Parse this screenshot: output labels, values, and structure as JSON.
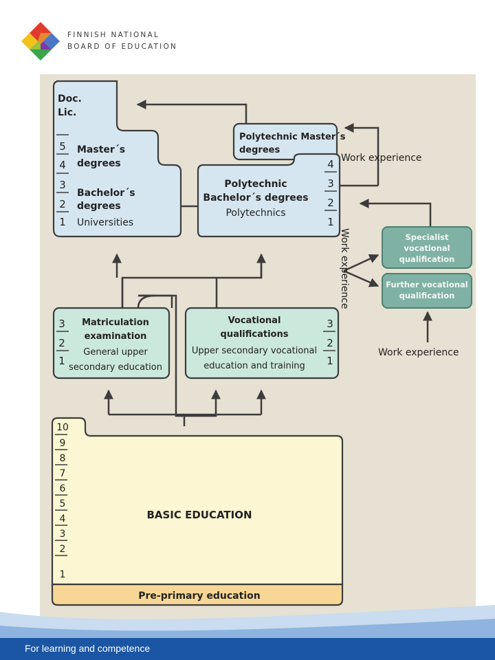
{
  "header": {
    "org_line_1": "FINNISH NATIONAL",
    "org_line_2": "BOARD OF EDUCATION"
  },
  "footer": {
    "text": "For learning and competence"
  },
  "colors": {
    "university_fill": "#d6e6f1",
    "upper_secondary_fill": "#cbe8dc",
    "specialist_fill": "#7fb1a4",
    "basic_fill": "#fcf6d3",
    "preprimary_fill": "#f8d796",
    "background": "#e6e1d2",
    "footer_bar": "#1a56a3"
  },
  "diagram": {
    "universities": {
      "doc": "Doc.",
      "lic": "Lic.",
      "masters_line1": "Master´s",
      "masters_line2": "degrees",
      "bachelors_line1": "Bachelor´s",
      "bachelors_line2": "degrees",
      "institution": "Universities",
      "years": [
        "5",
        "4",
        "3",
        "2",
        "1"
      ]
    },
    "polytechnic_masters": {
      "line1": "Polytechnic Master´s",
      "line2": "degrees"
    },
    "polytechnics": {
      "line1": "Polytechnic",
      "line2": "Bachelor´s degrees",
      "institution": "Polytechnics",
      "years": [
        "4",
        "3",
        "2",
        "1"
      ]
    },
    "work_experience_right": "Work experience",
    "work_experience_vertical": "Work experience",
    "work_experience_bottom": "Work experience",
    "specialist": {
      "line1": "Specialist",
      "line2": "vocational",
      "line3": "qualification"
    },
    "further": {
      "line1": "Further vocational",
      "line2": "qualification"
    },
    "matriculation": {
      "line1": "Matriculation",
      "line2": "examination",
      "line3": "General upper",
      "line4": "secondary education",
      "years": [
        "3",
        "2",
        "1"
      ]
    },
    "vocational": {
      "line1": "Vocational",
      "line2": "qualifications",
      "line3": "Upper secondary vocational",
      "line4": "education and training",
      "years": [
        "3",
        "2",
        "1"
      ]
    },
    "basic": {
      "title": "BASIC EDUCATION",
      "years": [
        "10",
        "9",
        "8",
        "7",
        "6",
        "5",
        "4",
        "3",
        "2",
        "1"
      ]
    },
    "preprimary": "Pre-primary education"
  }
}
